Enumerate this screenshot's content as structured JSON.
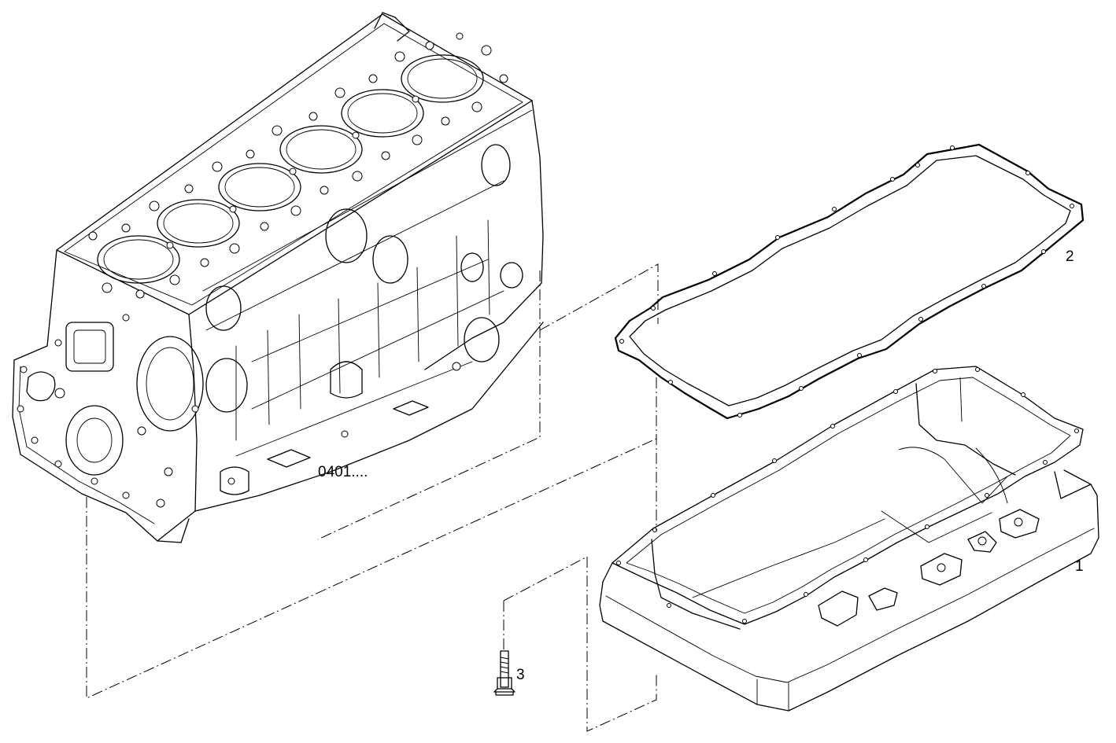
{
  "labels": {
    "ref_block": "0401....",
    "part_1": "1",
    "part_2": "2",
    "part_3": "3"
  },
  "parts": [
    {
      "id": "ref_block",
      "icon": "engine-block-icon"
    },
    {
      "id": "part_1",
      "icon": "oil-pan-icon"
    },
    {
      "id": "part_2",
      "icon": "oil-pan-gasket-icon"
    },
    {
      "id": "part_3",
      "icon": "bolt-icon"
    }
  ],
  "colors": {
    "line": "#000000",
    "background": "#ffffff"
  }
}
